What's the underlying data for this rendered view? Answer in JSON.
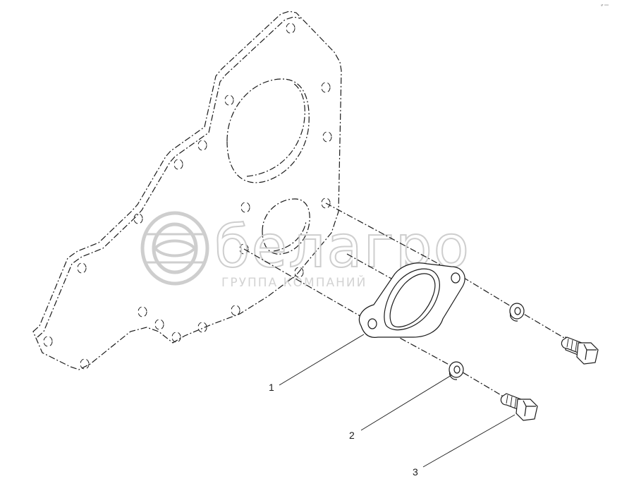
{
  "callouts": [
    {
      "label": "1",
      "part": "gasket"
    },
    {
      "label": "2",
      "part": "washer"
    },
    {
      "label": "3",
      "part": "bolt"
    }
  ],
  "watermark": {
    "brand": "белагро",
    "tagline": "ГРУППА КОМПАНИЙ",
    "logo": "belagro-logo"
  },
  "corner_mark": "ᵍᶠ ⁿⁿⁿ",
  "colors": {
    "line": "#1a1a1a",
    "watermark": "#c9c9c9",
    "background": "#ffffff"
  }
}
